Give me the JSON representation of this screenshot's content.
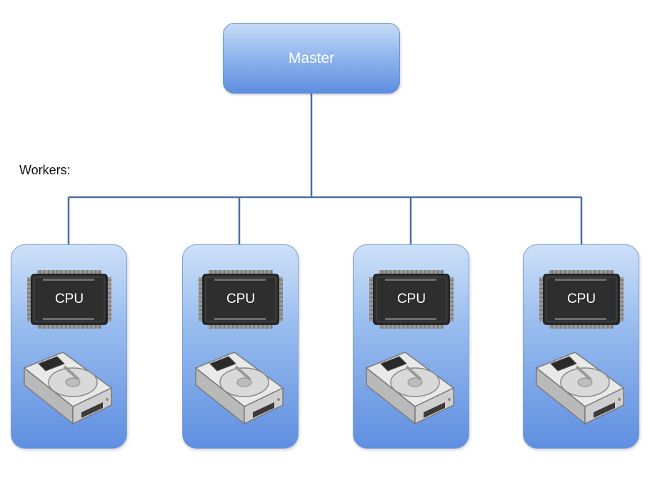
{
  "master": {
    "label": "Master"
  },
  "workers_label": "Workers:",
  "workers": [
    {
      "cpu_label": "CPU"
    },
    {
      "cpu_label": "CPU"
    },
    {
      "cpu_label": "CPU"
    },
    {
      "cpu_label": "CPU"
    }
  ],
  "icons": [
    "cpu-chip-icon",
    "hard-drive-icon"
  ],
  "colors": {
    "box_top": "#c6dcf6",
    "box_bottom": "#5f8ee0",
    "connector": "#4a6fa5",
    "chip": "#2e2e2e"
  }
}
